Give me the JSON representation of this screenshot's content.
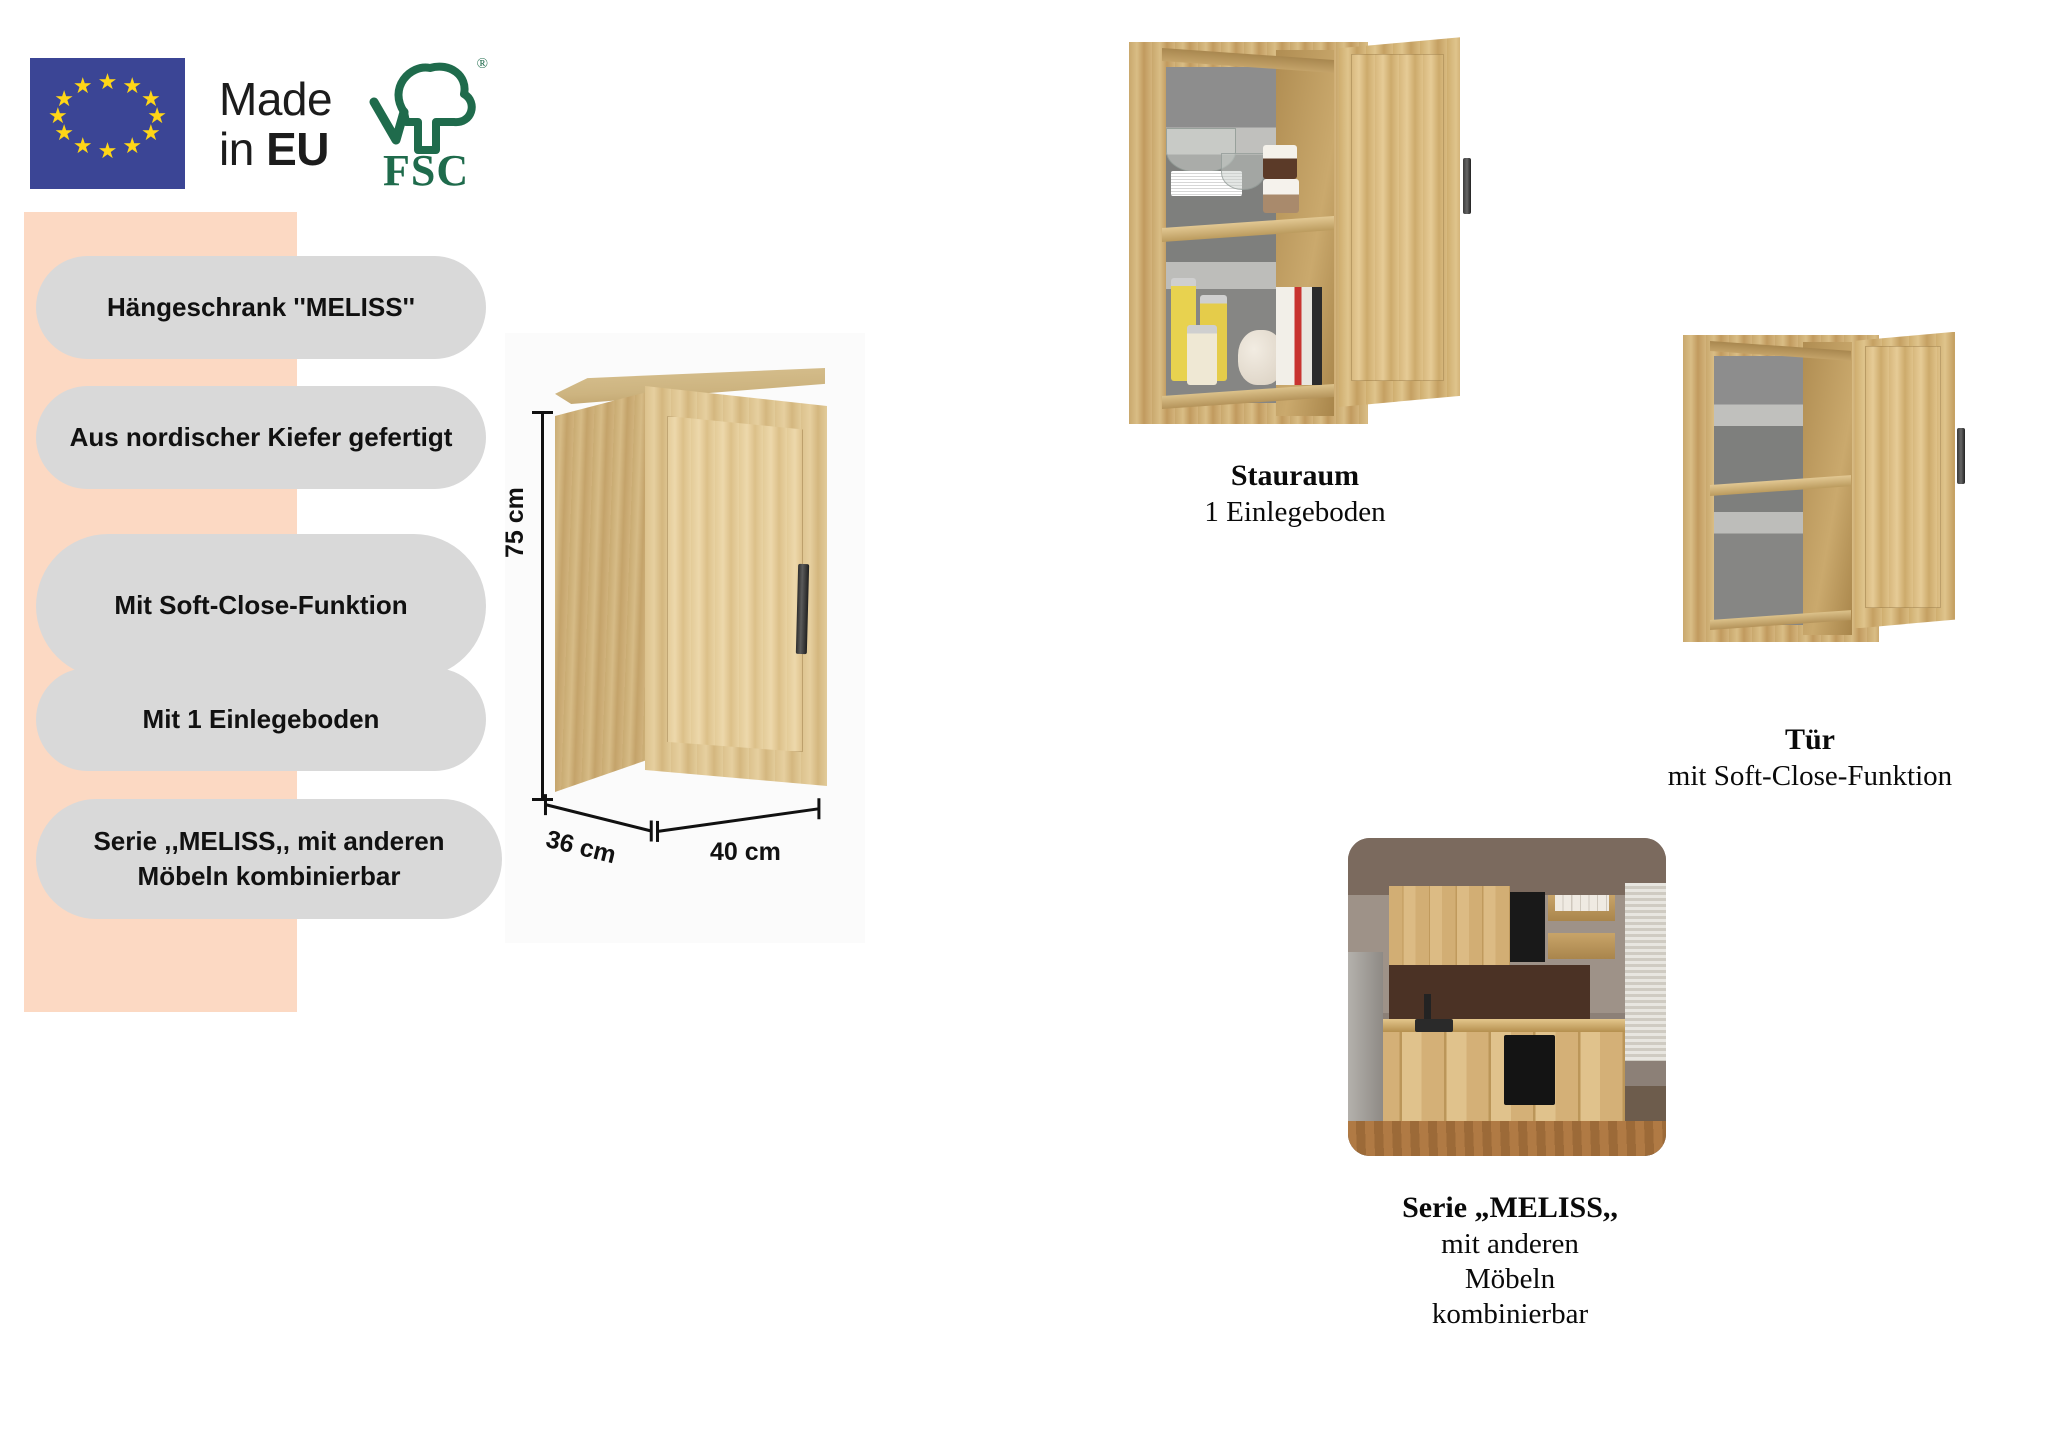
{
  "badges": {
    "eu_flag": {
      "icon": "eu-flag-icon",
      "star_count": 12
    },
    "made_in_line1": "Made",
    "made_in_line2_prefix": "in ",
    "made_in_line2_bold": "EU",
    "fsc": {
      "icon": "fsc-tree-checkmark-icon",
      "text": "FSC",
      "registered_mark": "®"
    }
  },
  "features": {
    "items": [
      {
        "label": "Hängeschrank ''MELISS''"
      },
      {
        "label": "Aus nordischer Kiefer gefertigt"
      },
      {
        "label": "Mit Soft-Close-Funktion"
      },
      {
        "label": "Mit 1 Einlegeboden"
      },
      {
        "label": "Serie ,,MELISS,, mit anderen Möbeln kombinierbar"
      }
    ]
  },
  "product": {
    "icon": "wall-cabinet-closed-icon",
    "dimensions": {
      "height": "75 cm",
      "depth": "36 cm",
      "width": "40 cm"
    }
  },
  "figures": {
    "stauraum": {
      "icon": "open-cabinet-with-contents-icon",
      "title": "Stauraum",
      "subtitle": "1 Einlegeboden"
    },
    "tuer": {
      "icon": "open-empty-cabinet-icon",
      "title": "Tür",
      "subtitle": "mit Soft-Close-Funktion"
    },
    "serie": {
      "icon": "kitchen-scene-photo",
      "title": "Serie „MELISS,,",
      "subtitle_line1": "mit anderen",
      "subtitle_line2": "Möbeln",
      "subtitle_line3": "kombinierbar"
    }
  },
  "colors": {
    "peach_band": "#fcd9c3",
    "pill": "#d9d9d9",
    "eu_blue": "#3b4595",
    "eu_star_yellow": "#ffd617",
    "fsc_green": "#1f6b4c",
    "text": "#111111",
    "wood": "#d6bb86"
  }
}
